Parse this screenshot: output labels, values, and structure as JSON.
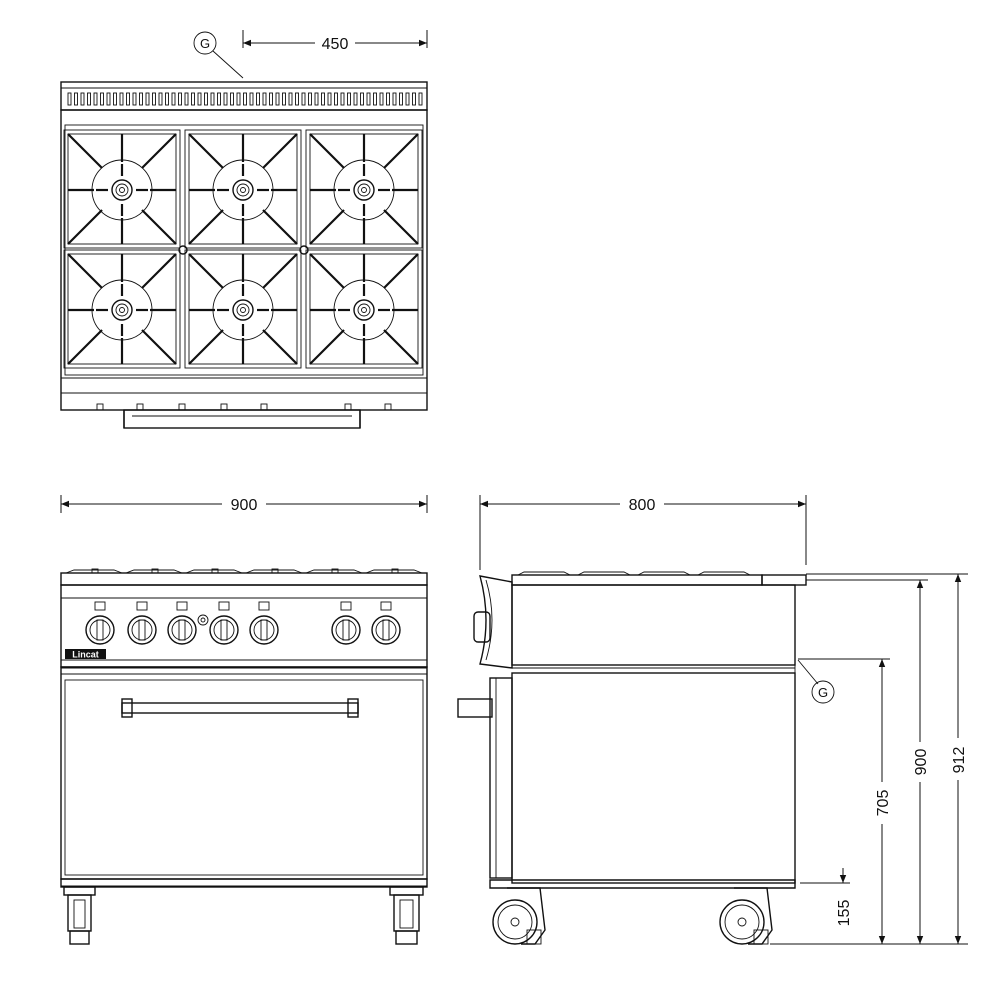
{
  "dimensions": {
    "top_offset": "450",
    "front_width": "900",
    "side_depth": "800",
    "height_overall": "912",
    "height_worktop": "900",
    "height_gas_inlet": "705",
    "height_leg": "155"
  },
  "callouts": {
    "gas_top": "G",
    "gas_side": "G"
  },
  "brand": {
    "label": "Lincat"
  }
}
